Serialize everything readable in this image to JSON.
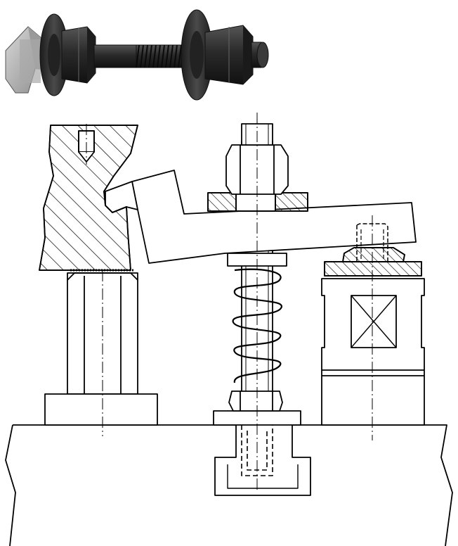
{
  "figure": {
    "background": "#ffffff",
    "ink_color": "#000000",
    "photo_metal_color": "#2a2a2a",
    "photo_highlight_color": "#6a6a6a",
    "slot_head_color": "#bdbdbd"
  },
  "photo": {
    "icon": "t-slot-bolt-photo",
    "parts": [
      "t-slot-head",
      "washer",
      "hex-nut",
      "threaded-stud",
      "washer",
      "hex-nut"
    ]
  },
  "drawing": {
    "icon": "strap-clamp-technical-drawing",
    "parts": [
      "hatched-workpiece",
      "clamp-strap",
      "stud-nut",
      "hatched-washer",
      "compression-spring",
      "lower-nut",
      "support-column",
      "screw-jack-support",
      "t-slot-nut",
      "machine-table"
    ]
  }
}
